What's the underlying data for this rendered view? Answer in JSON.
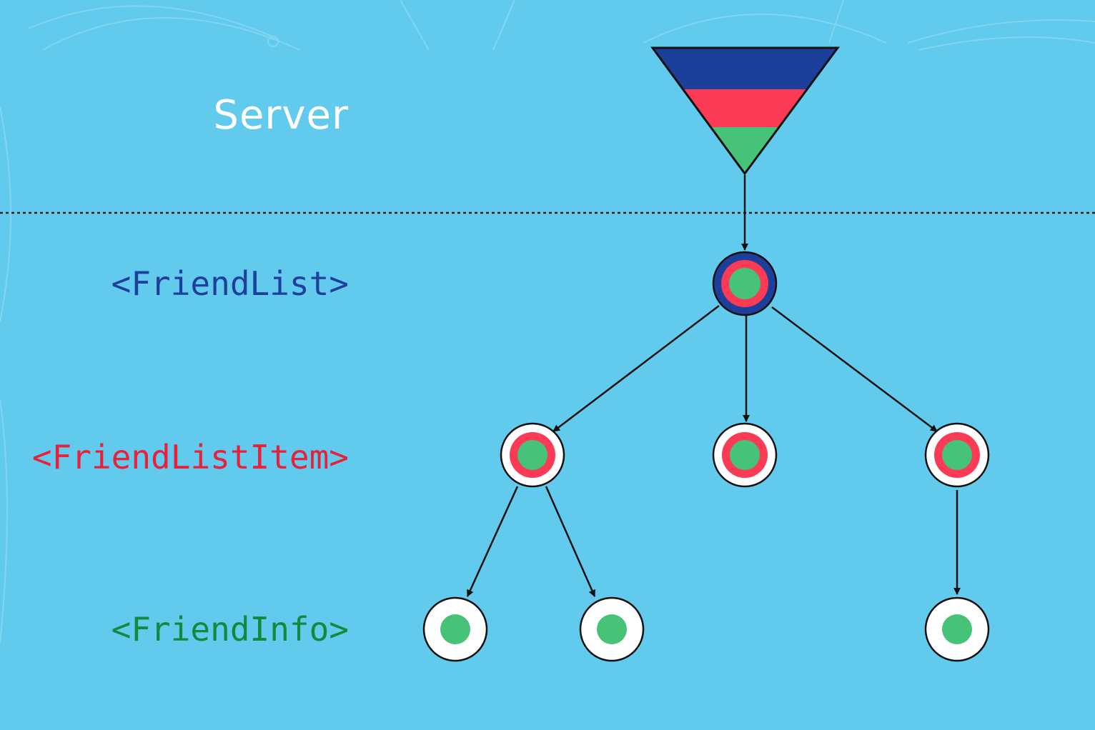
{
  "labels": {
    "server": "Server",
    "friend_list": "<FriendList>",
    "friend_list_item": "<FriendListItem>",
    "friend_info": "<FriendInfo>"
  },
  "colors": {
    "background": "#62cbed",
    "server_text": "#ffffff",
    "friend_list": "#1e3f9a",
    "friend_list_item": "#e8203a",
    "friend_info": "#12893c",
    "layer_blue": "#1d3f9c",
    "layer_red": "#fb3b56",
    "layer_green": "#47c279",
    "node_white": "#ffffff",
    "outline": "#111111"
  },
  "tree": {
    "root": "server-funnel",
    "levels": [
      "FriendList",
      "FriendListItem",
      "FriendInfo"
    ],
    "nodes": [
      {
        "id": "friendlist-node",
        "level": "FriendList",
        "layers": [
          "blue",
          "red",
          "green"
        ]
      },
      {
        "id": "friendlistitem-node-1",
        "level": "FriendListItem",
        "layers": [
          "white",
          "red",
          "green"
        ]
      },
      {
        "id": "friendlistitem-node-2",
        "level": "FriendListItem",
        "layers": [
          "white",
          "red",
          "green"
        ]
      },
      {
        "id": "friendlistitem-node-3",
        "level": "FriendListItem",
        "layers": [
          "white",
          "red",
          "green"
        ]
      },
      {
        "id": "friendinfo-node-1",
        "level": "FriendInfo",
        "layers": [
          "white",
          "green"
        ]
      },
      {
        "id": "friendinfo-node-2",
        "level": "FriendInfo",
        "layers": [
          "white",
          "green"
        ]
      },
      {
        "id": "friendinfo-node-3",
        "level": "FriendInfo",
        "layers": [
          "white",
          "green"
        ]
      }
    ],
    "edges": [
      [
        "server-funnel",
        "friendlist-node"
      ],
      [
        "friendlist-node",
        "friendlistitem-node-1"
      ],
      [
        "friendlist-node",
        "friendlistitem-node-2"
      ],
      [
        "friendlist-node",
        "friendlistitem-node-3"
      ],
      [
        "friendlistitem-node-1",
        "friendinfo-node-1"
      ],
      [
        "friendlistitem-node-1",
        "friendinfo-node-2"
      ],
      [
        "friendlistitem-node-3",
        "friendinfo-node-3"
      ]
    ]
  }
}
